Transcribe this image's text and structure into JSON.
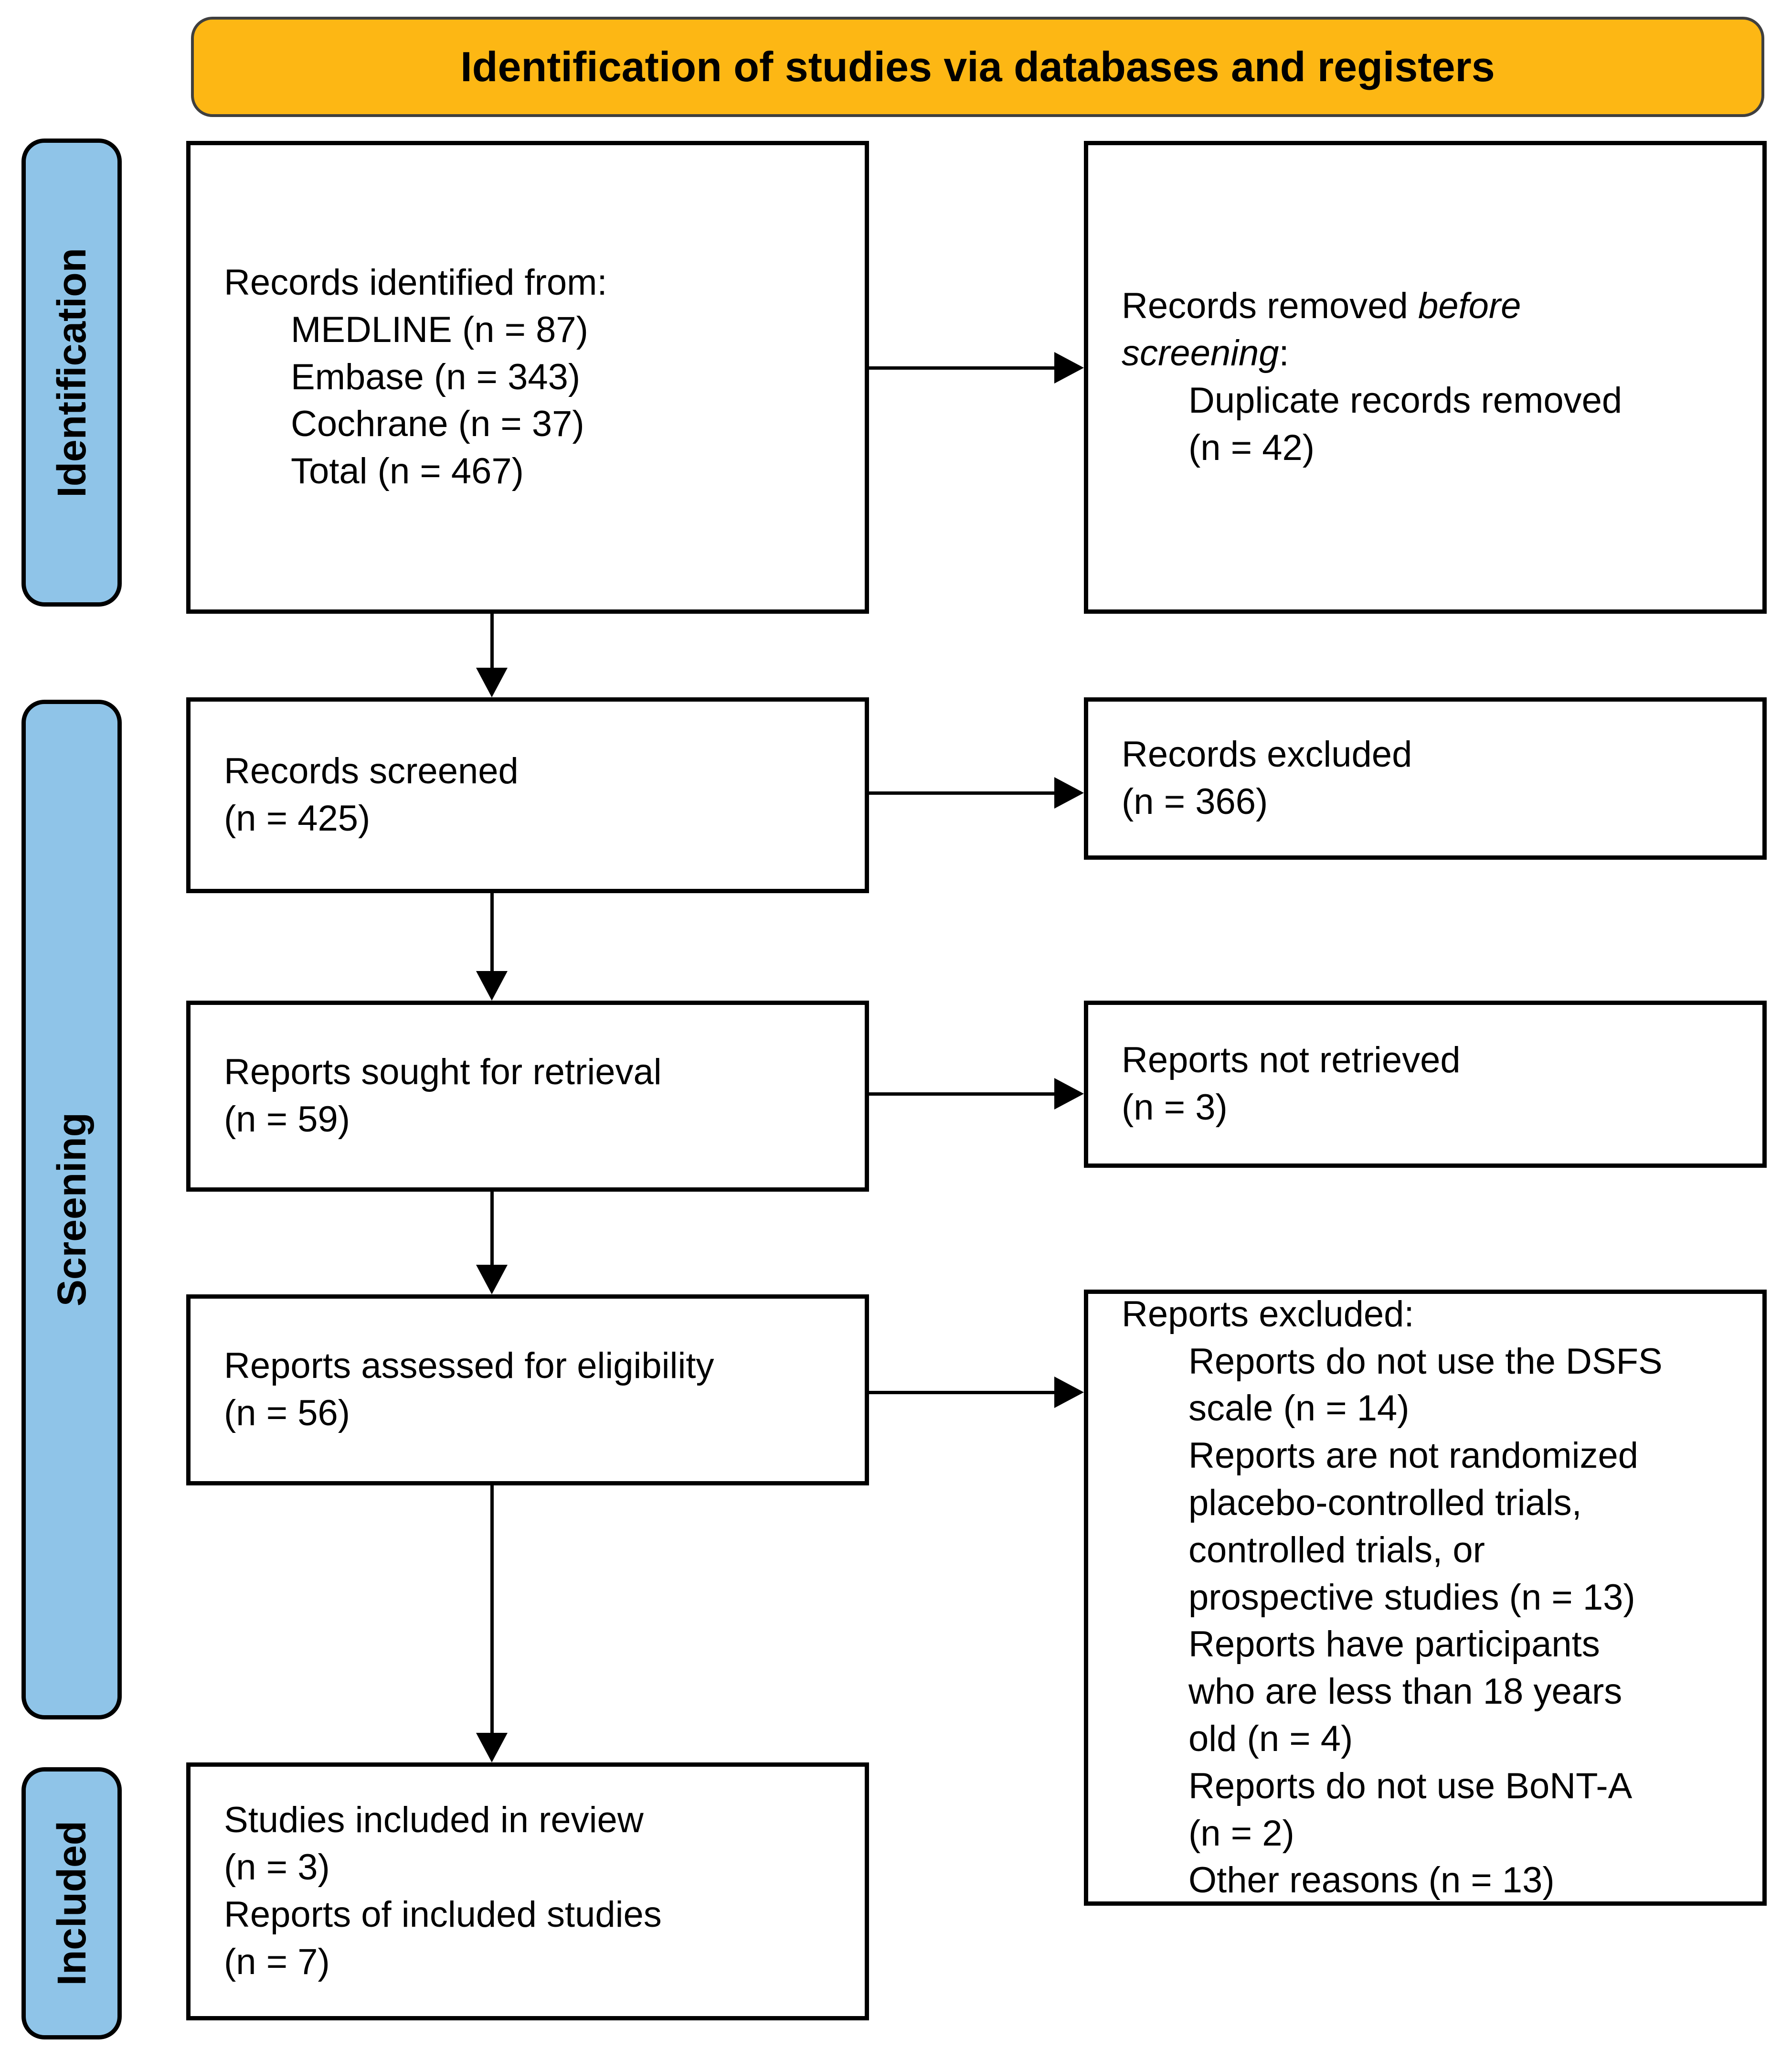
{
  "banner": {
    "title": "Identification of studies via databases and registers"
  },
  "sidebar": {
    "stages": [
      "Identification",
      "Screening",
      "Included"
    ]
  },
  "flow": {
    "records_identified": {
      "intro": "Records identified from:",
      "items": [
        "MEDLINE (n = 87)",
        "Embase (n = 343)",
        "Cochrane (n = 37)",
        "Total (n = 467)"
      ]
    },
    "records_removed": {
      "line1_normal": "Records removed",
      "line1_italic": "before",
      "line2_italic": "screening",
      "line2_suffix": ":",
      "items": [
        [
          "Duplicate records removed",
          "(n = 42)"
        ]
      ]
    },
    "records_screened": {
      "lines": [
        "Records screened",
        "(n = 425)"
      ]
    },
    "records_excluded": {
      "lines": [
        "Records excluded",
        "(n = 366)"
      ]
    },
    "reports_sought": {
      "lines": [
        "Reports sought for retrieval",
        "(n = 59)"
      ]
    },
    "reports_not_retrieved": {
      "lines": [
        "Reports not retrieved",
        "(n = 3)"
      ]
    },
    "reports_assessed": {
      "lines": [
        "Reports assessed for eligibility",
        "(n = 56)"
      ]
    },
    "reports_excluded": {
      "intro": "Reports excluded:",
      "items": [
        [
          "Reports do not use the DSFS",
          "scale (n = 14)"
        ],
        [
          "Reports are not randomized",
          "placebo-controlled trials,",
          "controlled trials, or",
          "prospective studies (n = 13)"
        ],
        [
          "Reports have participants",
          "who are less than 18 years",
          "old (n = 4)"
        ],
        [
          "Reports do not use BoNT-A",
          "(n = 2)"
        ],
        [
          "Other reasons (n = 13)"
        ]
      ]
    },
    "studies_included": {
      "lines": [
        "Studies included in review",
        "(n = 3)",
        "Reports of included studies",
        "(n = 7)"
      ]
    }
  },
  "colors": {
    "banner_bg": "#FDB714",
    "banner_border": "#3F3F3F",
    "stage_bg": "#8FC4E8",
    "box_border": "#000000",
    "arrow": "#000000"
  }
}
